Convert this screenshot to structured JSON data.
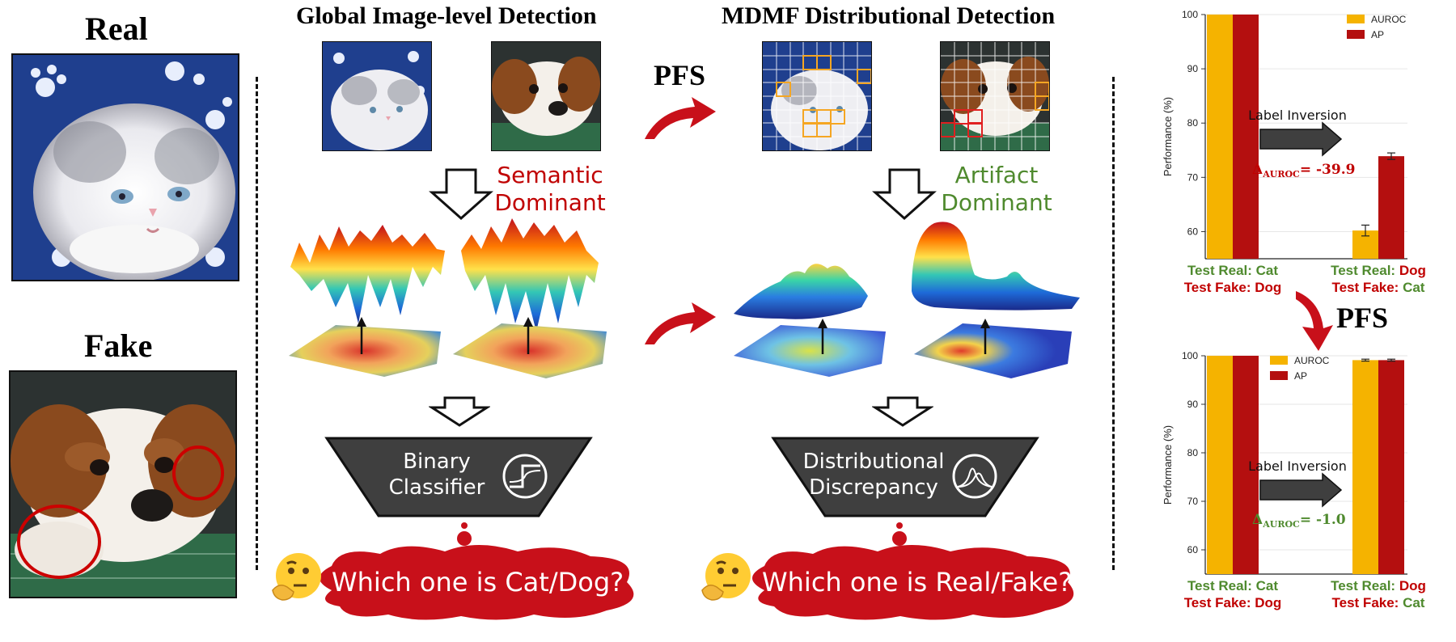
{
  "left": {
    "real_label": "Real",
    "fake_label": "Fake"
  },
  "global": {
    "title": "Global Image-level Detection",
    "annotation": [
      "Semantic",
      "Dominant"
    ],
    "annotation_color": "#c00000",
    "classifier_label": [
      "Binary",
      "Classifier"
    ],
    "question": "Which one is Cat/Dog?"
  },
  "mdmf": {
    "title": "MDMF Distributional Detection",
    "annotation": [
      "Artifact",
      "Dominant"
    ],
    "annotation_color": "#4f8a2e",
    "classifier_label": [
      "Distributional",
      "Discrepancy"
    ],
    "question": "Which one is Real/Fake?"
  },
  "pfs_label": "PFS",
  "icons": {
    "arrow": "curved-red-arrow-icon",
    "thinking": "thinking-face-icon",
    "step_icon": "step-function-icon",
    "dist_icon": "distribution-curves-icon"
  },
  "colors": {
    "auroc": "#f5b300",
    "ap": "#b40f0f",
    "red_arrow": "#c8101a",
    "trapezoid": "#3f3f3f",
    "green_text": "#4f8a2e",
    "red_text": "#c00000"
  },
  "chart_data": [
    {
      "type": "bar",
      "ylabel": "Performance (%)",
      "ylim": [
        55,
        100
      ],
      "yticks": [
        60,
        70,
        80,
        90,
        100
      ],
      "legend": [
        "AUROC",
        "AP"
      ],
      "legend_position": "top-right",
      "categories": [
        {
          "line1_prefix": "Test Real",
          "line1_value": "Cat",
          "line2_prefix": "Test Fake",
          "line2_value": "Dog"
        },
        {
          "line1_prefix": "Test Real",
          "line1_value": "Dog",
          "line2_prefix": "Test Fake",
          "line2_value": "Cat"
        }
      ],
      "series": [
        {
          "name": "AUROC",
          "values": [
            100,
            60.2
          ],
          "errors": [
            0,
            1.0
          ]
        },
        {
          "name": "AP",
          "values": [
            100,
            73.9
          ],
          "errors": [
            0,
            0.6
          ]
        }
      ],
      "annotation": "Label Inversion",
      "delta_symbol": "Δ",
      "delta_sub": "AUROC",
      "delta_value": "= -39.9",
      "delta_color": "#c00000"
    },
    {
      "type": "bar",
      "ylabel": "Performance (%)",
      "ylim": [
        55,
        100
      ],
      "yticks": [
        60,
        70,
        80,
        90,
        100
      ],
      "legend": [
        "AUROC",
        "AP"
      ],
      "legend_position": "top-left",
      "categories": [
        {
          "line1_prefix": "Test Real",
          "line1_value": "Cat",
          "line2_prefix": "Test Fake",
          "line2_value": "Dog"
        },
        {
          "line1_prefix": "Test Real",
          "line1_value": "Dog",
          "line2_prefix": "Test Fake",
          "line2_value": "Cat"
        }
      ],
      "series": [
        {
          "name": "AUROC",
          "values": [
            100,
            99.1
          ],
          "errors": [
            0,
            0.2
          ]
        },
        {
          "name": "AP",
          "values": [
            100,
            99.1
          ],
          "errors": [
            0,
            0.2
          ]
        }
      ],
      "annotation": "Label Inversion",
      "delta_symbol": "Δ",
      "delta_sub": "AUROC",
      "delta_value": "= -1.0",
      "delta_color": "#4f8a2e"
    }
  ]
}
